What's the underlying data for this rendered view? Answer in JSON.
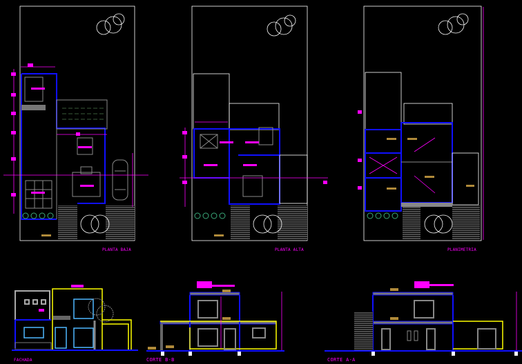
{
  "drawing": {
    "views": {
      "planta_baja": "PLANTA BAJA",
      "planta_alta": "PLANTA ALTA",
      "planimetria": "PLANIMETRIA",
      "fachada": "FACHADA",
      "corte_bb": "CORTE B-B",
      "corte_aa": "CORTE A-A"
    },
    "colors": {
      "background": "#000000",
      "walls": "#1010ff",
      "dimensions": "#ff00ff",
      "outline": "#ffffff",
      "furniture": "#8a8a8a",
      "glazing": "#4fb8ff",
      "structure": "#ffff00"
    }
  }
}
